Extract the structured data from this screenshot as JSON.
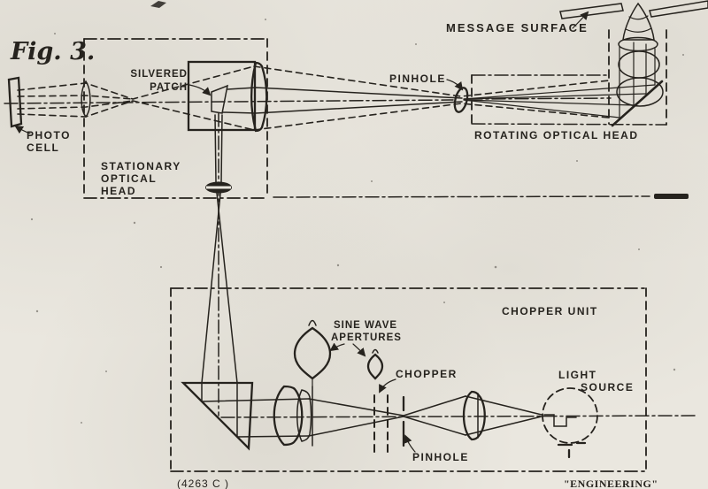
{
  "figure_title": "Fig. 3.",
  "plate_code": "(4263 C )",
  "publication": "\"ENGINEERING\"",
  "stationary_head": {
    "name": [
      "STATIONARY",
      "OPTICAL",
      "HEAD"
    ],
    "photo_cell": [
      "PHOTO",
      "CELL"
    ],
    "silvered_patch": [
      "SILVERED",
      "PATCH"
    ]
  },
  "rotating_head": {
    "name": "ROTATING OPTICAL HEAD",
    "pinhole": "PINHOLE",
    "message_surface": "MESSAGE SURFACE"
  },
  "chopper_unit": {
    "name": "CHOPPER UNIT",
    "sine_wave_apertures": [
      "SINE WAVE",
      "APERTURES"
    ],
    "chopper": "CHOPPER",
    "pinhole": "PINHOLE",
    "light_source": [
      "LIGHT",
      "SOURCE"
    ]
  },
  "colors": {
    "ink": "#26231e",
    "paper": "#eae7df"
  }
}
